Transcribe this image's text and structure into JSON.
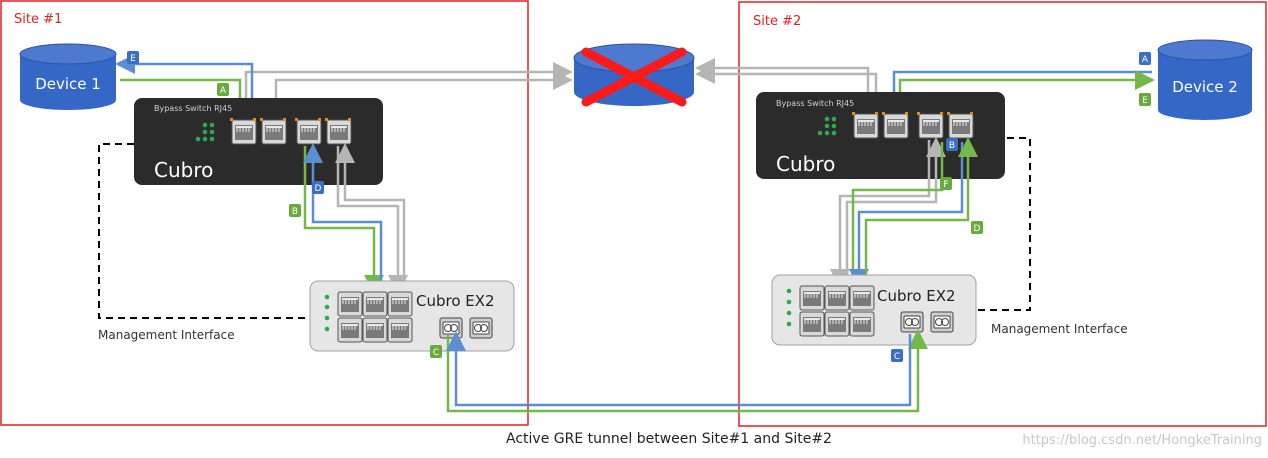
{
  "sites": [
    {
      "label": "Site #1"
    },
    {
      "label": "Site #2"
    }
  ],
  "devices": [
    {
      "label": "Device 1"
    },
    {
      "label": "Device 2"
    }
  ],
  "bypass_switch": {
    "label": "Bypass Switch RJ45",
    "brand": "Cubro"
  },
  "ex2": {
    "label": "Cubro EX2"
  },
  "management": {
    "label": "Management Interface"
  },
  "caption": "Active GRE tunnel between Site#1 and Site#2",
  "watermark": "https://blog.csdn.net/HongkeTraining",
  "badges": {
    "site1": [
      {
        "letter": "E",
        "color": "#3a6fc4"
      },
      {
        "letter": "A",
        "color": "#6aaa3c"
      },
      {
        "letter": "D",
        "color": "#3a6fc4"
      },
      {
        "letter": "B",
        "color": "#6aaa3c"
      },
      {
        "letter": "C",
        "color": "#6aaa3c"
      }
    ],
    "site2": [
      {
        "letter": "A",
        "color": "#3a6fc4"
      },
      {
        "letter": "E",
        "color": "#6aaa3c"
      },
      {
        "letter": "B",
        "color": "#3a6fc4"
      },
      {
        "letter": "F",
        "color": "#6aaa3c"
      },
      {
        "letter": "D",
        "color": "#6aaa3c"
      },
      {
        "letter": "C",
        "color": "#3a6fc4"
      }
    ]
  },
  "colors": {
    "site_border": "#e02020",
    "site_label": "#e02020",
    "device_fill": "#3567c6",
    "switch_fill": "#2b2b2b",
    "ex2_fill": "#e6e6e6",
    "blue_link": "#5b8fd0",
    "green_link": "#74b84a",
    "gray_link": "#b5b5b5",
    "router_cross": "#ff1a1a"
  }
}
